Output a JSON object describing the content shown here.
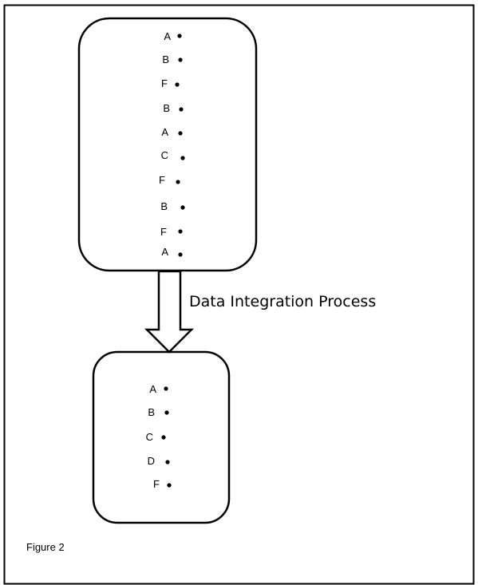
{
  "figure_caption": "Figure 2",
  "process_label": "Data Integration Process",
  "source_box": {
    "items": [
      "A",
      "B",
      "F",
      "B",
      "A",
      "C",
      "F",
      "B",
      "F",
      "A"
    ]
  },
  "result_box": {
    "items": [
      "A",
      "B",
      "C",
      "D",
      "F"
    ]
  }
}
